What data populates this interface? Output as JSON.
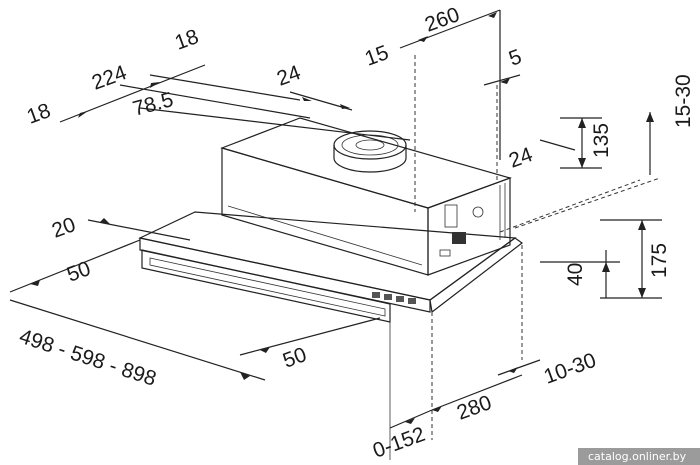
{
  "dimensions": {
    "d18_top": "18",
    "d224": "224",
    "d18_left": "18",
    "d78_5": "78.5",
    "d24_top": "24",
    "d15": "15",
    "d260": "260",
    "d5": "5",
    "d15_30": "15-30",
    "d135": "135",
    "d24_right": "24",
    "d20": "20",
    "d50_left": "50",
    "d40": "40",
    "d175": "175",
    "d498_598_898": "498 - 598 - 898",
    "d50_bottom": "50",
    "d10_30": "10-30",
    "d280": "280",
    "d0_152": "0-152"
  },
  "watermark": "catalog.onliner.by"
}
